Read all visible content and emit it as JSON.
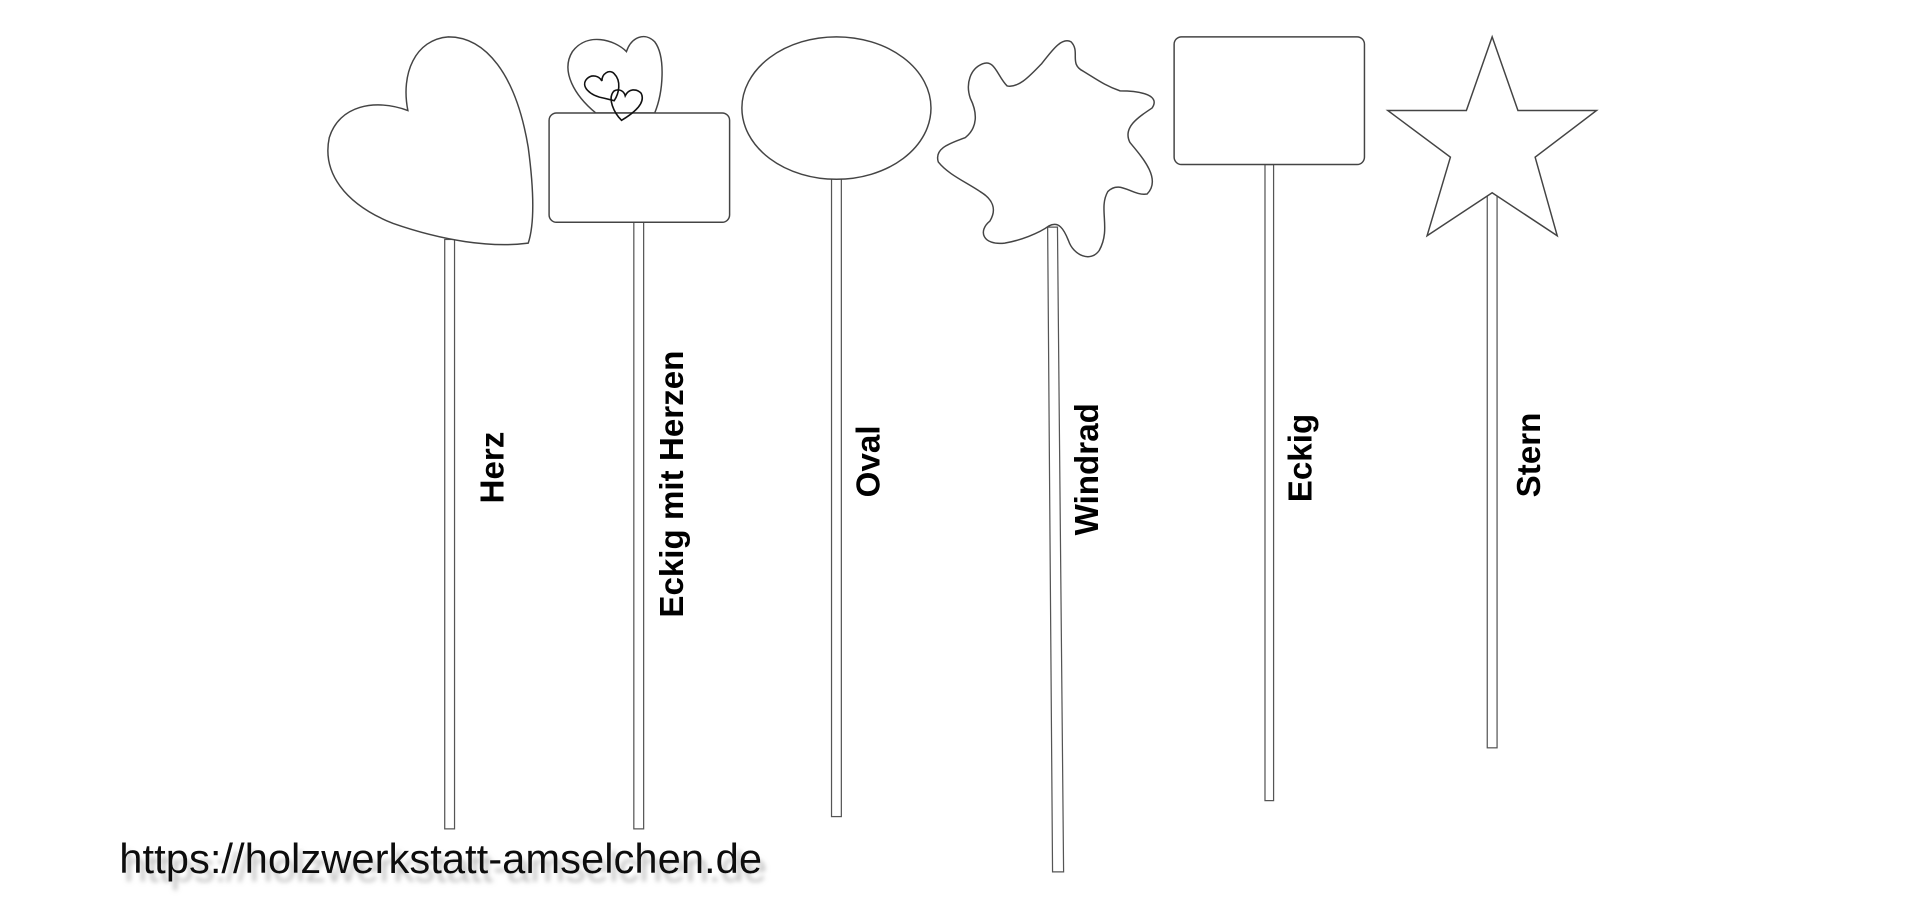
{
  "labels": {
    "herz": "Herz",
    "eckig_mit_herzen": "Eckig mit Herzen",
    "oval": "Oval",
    "windrad": "Windrad",
    "eckig": "Eckig",
    "stern": "Stern"
  },
  "watermark": "https://holzwerkstatt-amselchen.de"
}
